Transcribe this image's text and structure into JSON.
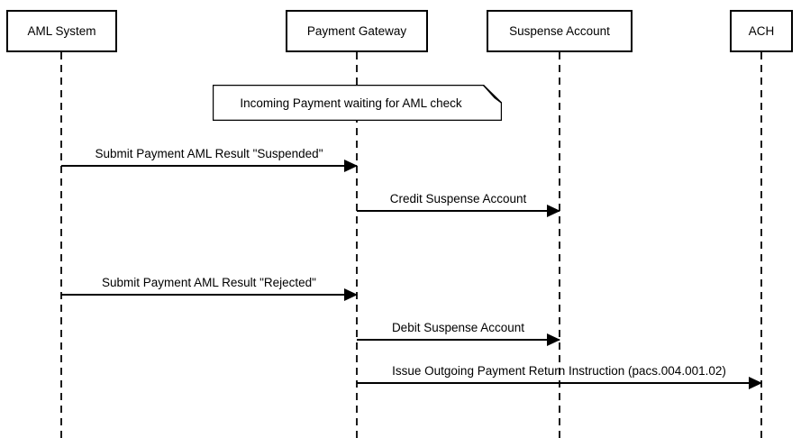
{
  "diagram": {
    "type": "sequence-diagram",
    "colors": {
      "background": "#ffffff",
      "line": "#000000",
      "box_fill": "#ffffff",
      "text": "#000000"
    },
    "participants": [
      {
        "label": "AML System"
      },
      {
        "label": "Payment Gateway"
      },
      {
        "label": "Suspense Account"
      },
      {
        "label": "ACH"
      }
    ],
    "note": {
      "text": "Incoming Payment waiting for AML check",
      "attached_to": "Payment Gateway"
    },
    "messages": [
      {
        "label": "Submit Payment AML Result \"Suspended\"",
        "from": "AML System",
        "to": "Payment Gateway",
        "style": "solid-arrow"
      },
      {
        "label": "Credit Suspense Account",
        "from": "Payment Gateway",
        "to": "Suspense Account",
        "style": "solid-arrow"
      },
      {
        "label": "Submit Payment AML Result \"Rejected\"",
        "from": "AML System",
        "to": "Payment Gateway",
        "style": "solid-arrow"
      },
      {
        "label": "Debit Suspense Account",
        "from": "Payment Gateway",
        "to": "Suspense Account",
        "style": "solid-arrow"
      },
      {
        "label": "Issue Outgoing Payment Return Instruction (pacs.004.001.02)",
        "from": "Payment Gateway",
        "to": "ACH",
        "style": "solid-arrow"
      }
    ]
  }
}
